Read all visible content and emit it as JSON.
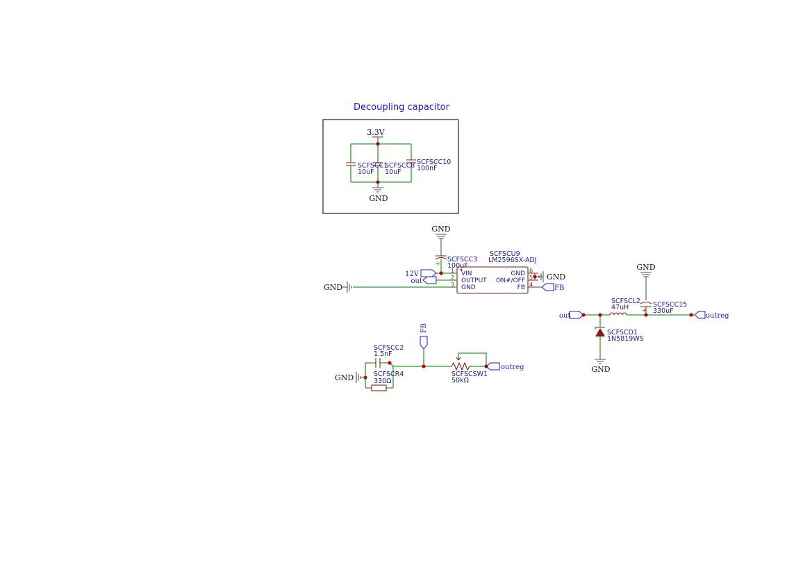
{
  "decoupling": {
    "title": "Decoupling capacitor",
    "power": "3.3V",
    "gnd": "GND",
    "c1": {
      "ref": "SCFSCC1",
      "value": "10uF"
    },
    "c8": {
      "ref": "SCFSCC8",
      "value": "10uF"
    },
    "c10": {
      "ref": "SCFSCC10",
      "value": "100nF"
    }
  },
  "regulator": {
    "ref": "SCFSCU9",
    "part": "LM2596SX-ADJ",
    "gnd_top": "GND",
    "gnd_left": "GND",
    "gnd_right": "GND",
    "c3": {
      "ref": "SCFSCC3",
      "value": "100uF"
    },
    "label_12v": "12V",
    "label_out": "out",
    "label_fb": "FB",
    "pins": [
      {
        "num": "1",
        "name": "VIN"
      },
      {
        "num": "2",
        "name": "OUTPUT"
      },
      {
        "num": "3",
        "name": "GND"
      },
      {
        "num": "6",
        "name": "GND"
      },
      {
        "num": "5",
        "name": "ON#/OFF"
      },
      {
        "num": "4",
        "name": "FB"
      }
    ]
  },
  "output_stage": {
    "label_out": "out",
    "label_outreg": "outreg",
    "gnd_top": "GND",
    "gnd_bottom": "GND",
    "l2": {
      "ref": "SCFSCL2",
      "value": "47uH"
    },
    "c15": {
      "ref": "SCFSCC15",
      "value": "330uF"
    },
    "d1": {
      "ref": "SCFSCD1",
      "value": "1N5819WS"
    }
  },
  "feedback": {
    "label_fb": "FB",
    "label_outreg": "outreg",
    "gnd": "GND",
    "c2": {
      "ref": "SCFSCC2",
      "value": "1.5nF"
    },
    "r4": {
      "ref": "SCFSCR4",
      "value": "330Ω"
    },
    "sw1": {
      "ref": "SCFSCSW1",
      "value": "50kΩ"
    }
  }
}
